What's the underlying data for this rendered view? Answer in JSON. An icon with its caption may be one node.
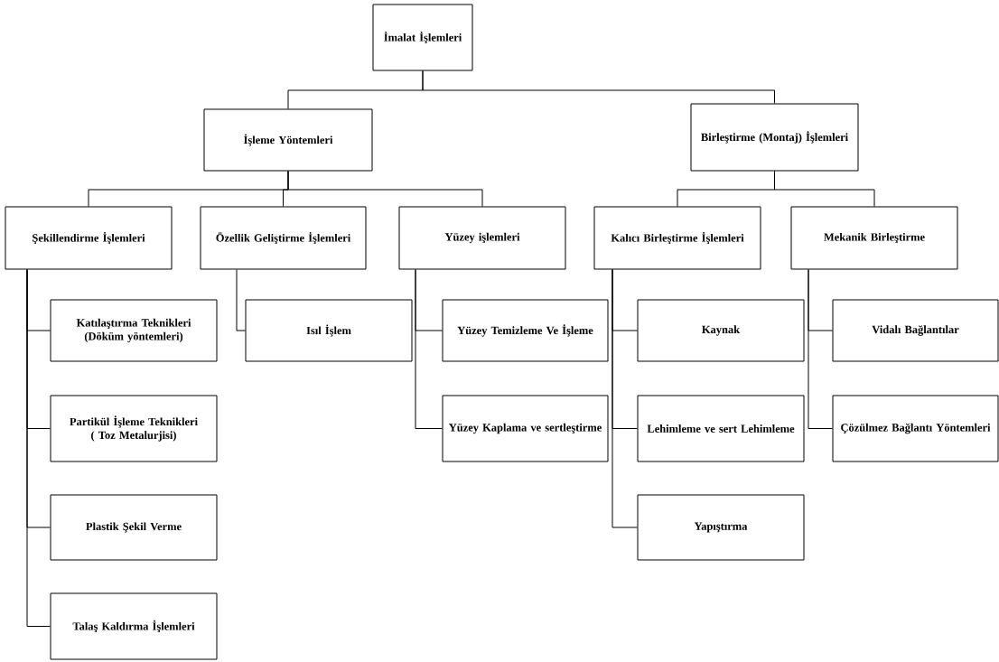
{
  "diagram": {
    "nodes": [
      {
        "text": [
          "İmalat İşlemleri"
        ]
      },
      {
        "text": [
          "İşleme Yöntemleri"
        ]
      },
      {
        "text": [
          "Birleştirme (Montaj) İşlemleri"
        ]
      },
      {
        "text": [
          "Şekillendirme İşlemleri"
        ]
      },
      {
        "text": [
          "Özellik Geliştirme İşlemleri"
        ]
      },
      {
        "text": [
          "Yüzey işlemleri"
        ]
      },
      {
        "text": [
          "Kalıcı Birleştirme İşlemleri"
        ]
      },
      {
        "text": [
          "Mekanik Birleştirme"
        ]
      },
      {
        "text": [
          "Katılaştırma Teknikleri (Döküm yöntemleri)"
        ]
      },
      {
        "text": [
          "Partikül İşleme Teknikleri ( Toz Metalurjisi)"
        ]
      },
      {
        "text": [
          "Plastik Şekil Verme"
        ]
      },
      {
        "text": [
          "Talaş Kaldırma İşlemleri"
        ]
      },
      {
        "text": [
          "Isıl İşlem"
        ]
      },
      {
        "text": [
          "Yüzey Temizleme Ve İşleme"
        ]
      },
      {
        "text": [
          "Yüzey Kaplama ve sertleştirme"
        ]
      },
      {
        "text": [
          "Kaynak"
        ]
      },
      {
        "text": [
          "Lehimleme ve sert Lehimleme"
        ]
      },
      {
        "text": [
          "Yapıştırma"
        ]
      },
      {
        "text": [
          "Vidalı Bağlantılar"
        ]
      },
      {
        "text": [
          "Çözülmez Bağlantı Yöntemleri"
        ]
      }
    ],
    "edges": [
      {
        "from": 0,
        "to": 1,
        "arrow": "none"
      },
      {
        "from": 0,
        "to": 2,
        "arrow": "none"
      },
      {
        "from": 1,
        "to": 3,
        "arrow": "none"
      },
      {
        "from": 1,
        "to": 4,
        "arrow": "none"
      },
      {
        "from": 1,
        "to": 5,
        "arrow": "none"
      },
      {
        "from": 2,
        "to": 6,
        "arrow": "none"
      },
      {
        "from": 2,
        "to": 7,
        "arrow": "none"
      },
      {
        "from": 3,
        "to": 8,
        "arrow": "none"
      },
      {
        "from": 3,
        "to": 9,
        "arrow": "none"
      },
      {
        "from": 3,
        "to": 10,
        "arrow": "none"
      },
      {
        "from": 3,
        "to": 11,
        "arrow": "none"
      },
      {
        "from": 4,
        "to": 12,
        "arrow": "none"
      },
      {
        "from": 5,
        "to": 13,
        "arrow": "none"
      },
      {
        "from": 5,
        "to": 14,
        "arrow": "none"
      },
      {
        "from": 6,
        "to": 15,
        "arrow": "none"
      },
      {
        "from": 6,
        "to": 16,
        "arrow": "none"
      },
      {
        "from": 6,
        "to": 17,
        "arrow": "none"
      },
      {
        "from": 7,
        "to": 18,
        "arrow": "none"
      },
      {
        "from": 7,
        "to": 19,
        "arrow": "none"
      }
    ]
  }
}
